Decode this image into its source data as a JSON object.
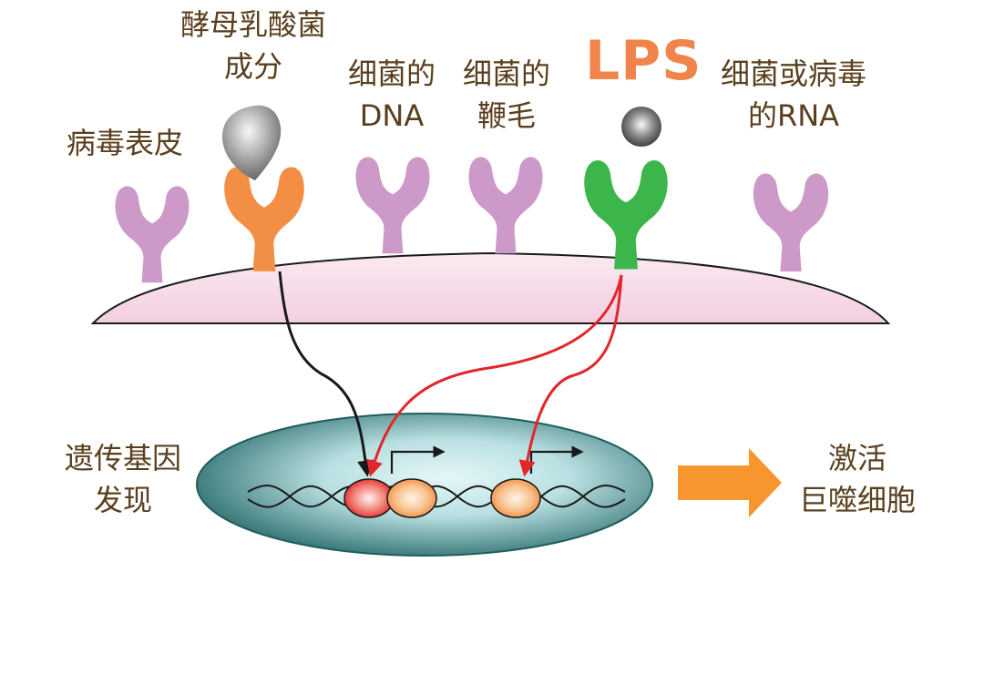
{
  "labels": {
    "yeast_lactobacillus": [
      "酵母乳酸菌",
      "成分"
    ],
    "bacterial_dna": [
      "细菌的",
      "DNA"
    ],
    "bacterial_flagella": [
      "细菌的",
      "鞭毛"
    ],
    "lps": "LPS",
    "bacterial_viral_rna": [
      "细菌或病毒",
      "的RNA"
    ],
    "viral_coat": "病毒表皮",
    "gene_expression": [
      "遗传基因",
      "发现"
    ],
    "activate_macrophage": [
      "激活",
      "巨噬细胞"
    ]
  },
  "colors": {
    "receptor_purple": "#cc99c8",
    "receptor_orange": "#f28f45",
    "receptor_green": "#3cb64b",
    "cell_membrane": "#f6dbe8",
    "nucleus_edge": "#1f5d5d",
    "nucleus_center": "#d8f0f2",
    "signal_red": "#e2262a",
    "signal_black": "#1a1a1a",
    "arrow_orange": "#f7962f",
    "ligand_gray": "#777777",
    "text_brown": "#5a3f1e",
    "lps_text": "#f0844a"
  },
  "icons": [
    "receptor-icon",
    "ligand-icon",
    "gene-arrow-icon",
    "activation-arrow-icon"
  ]
}
